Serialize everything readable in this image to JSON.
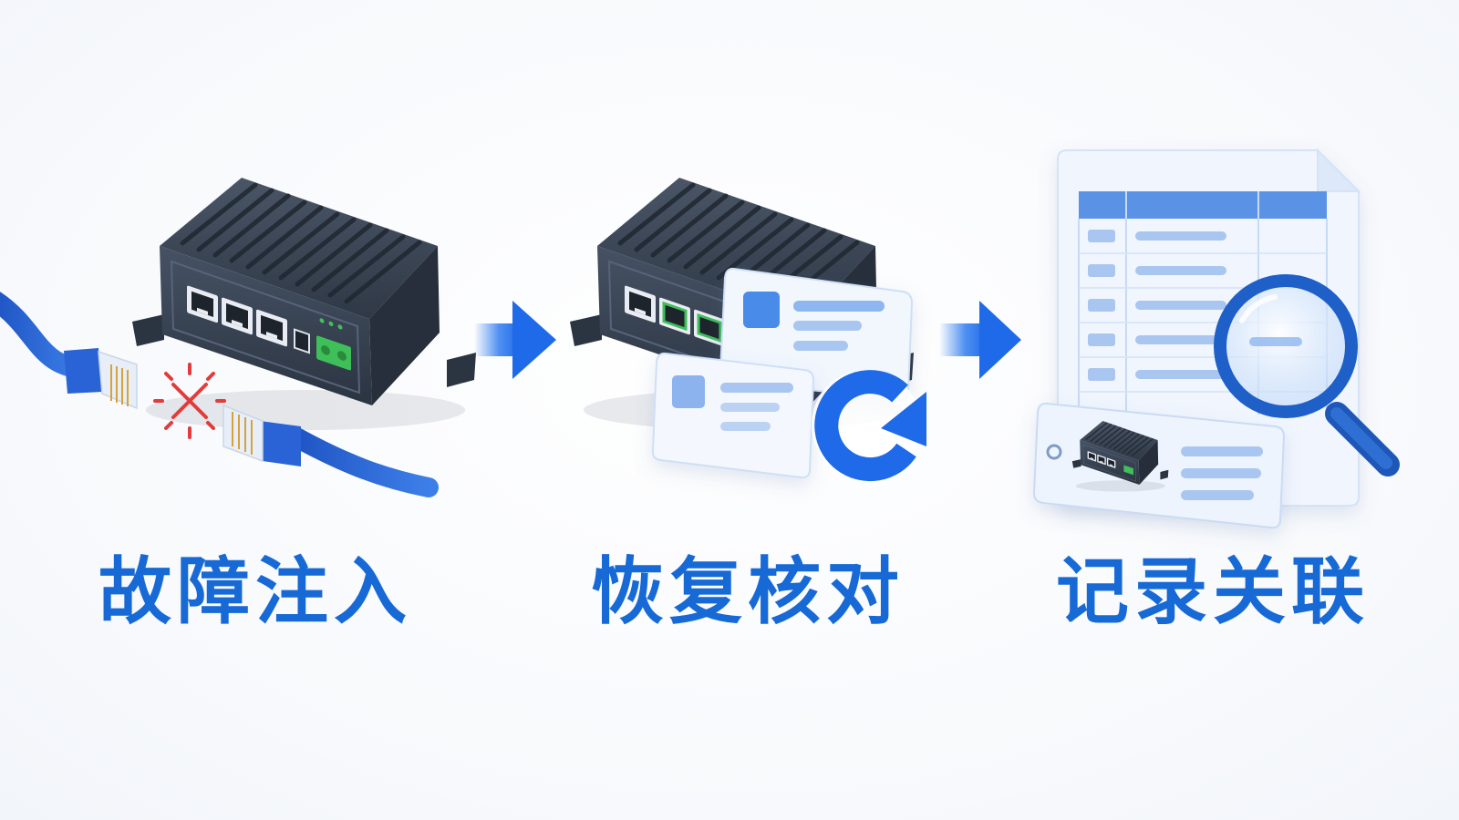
{
  "steps": [
    {
      "id": "fault-injection",
      "label": "故障注入"
    },
    {
      "id": "recovery-check",
      "label": "恢复核对"
    },
    {
      "id": "record-link",
      "label": "记录关联"
    }
  ],
  "colors": {
    "accent": "#1769d6",
    "arrow": "#2f7cf0",
    "device_body": "#3b4656",
    "device_dark": "#262f3b",
    "cable": "#2a63d6",
    "fault": "#e23b3b",
    "terminal": "#3fbf5a",
    "doc_fill": "#eef4fd",
    "doc_header": "#5a93e6",
    "doc_line": "#a9c6f0"
  },
  "icons": [
    "edge-gateway-icon",
    "ethernet-cable-icon",
    "disconnect-x-icon",
    "arrow-right-icon",
    "status-card-icon",
    "refresh-icon",
    "report-document-icon",
    "magnifier-icon",
    "device-tag-icon"
  ]
}
